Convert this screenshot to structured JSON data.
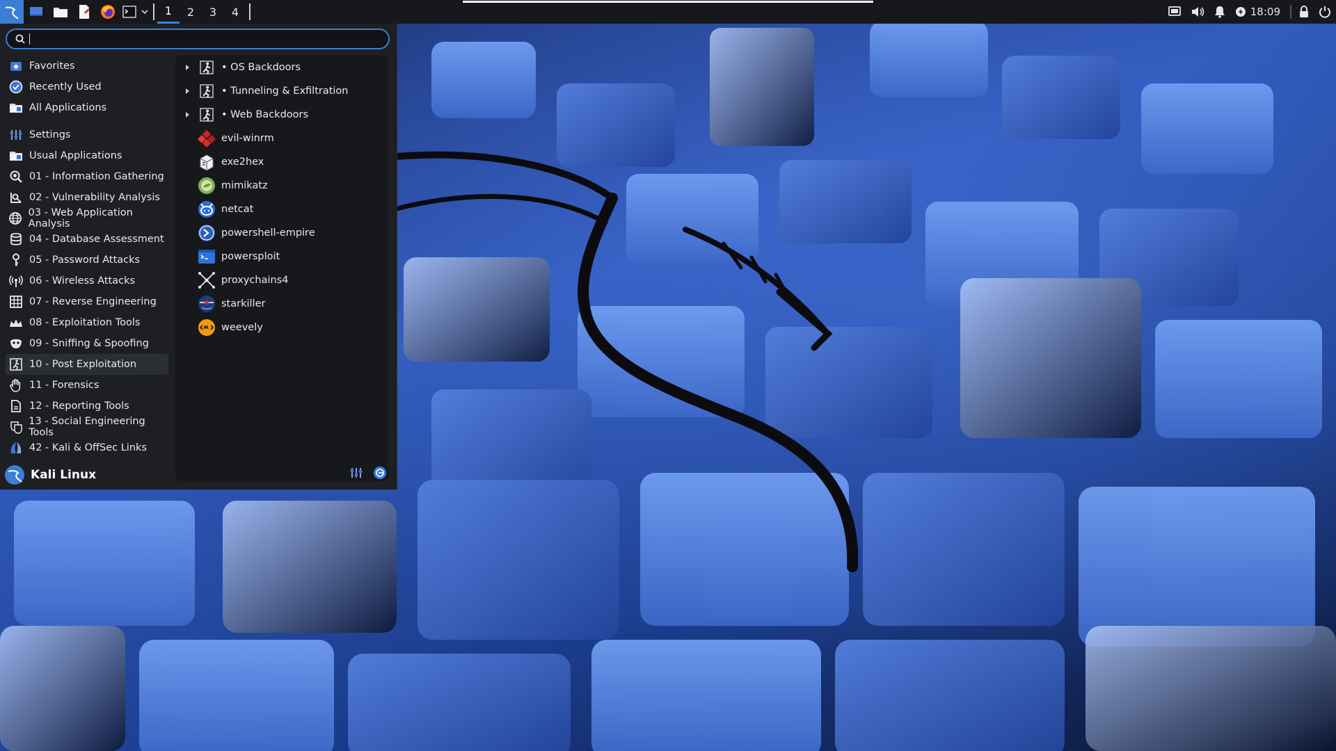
{
  "panel": {
    "workspaces": [
      "1",
      "2",
      "3",
      "4"
    ],
    "active_workspace": "1",
    "clock": "18:09"
  },
  "search": {
    "value": "",
    "placeholder": ""
  },
  "categories": [
    {
      "label": "Favorites",
      "icon": "star-icon"
    },
    {
      "label": "Recently Used",
      "icon": "clock-icon"
    },
    {
      "label": "All Applications",
      "icon": "folder-icon"
    },
    {
      "label": "Settings",
      "icon": "settings-icon"
    },
    {
      "label": "Usual Applications",
      "icon": "folder-icon"
    },
    {
      "label": "01 - Information Gathering",
      "icon": "magnifier-icon"
    },
    {
      "label": "02 - Vulnerability Analysis",
      "icon": "vulnerability-icon"
    },
    {
      "label": "03 - Web Application Analysis",
      "icon": "globe-icon"
    },
    {
      "label": "04 - Database Assessment",
      "icon": "database-icon"
    },
    {
      "label": "05 - Password Attacks",
      "icon": "key-icon"
    },
    {
      "label": "06 - Wireless Attacks",
      "icon": "wireless-icon"
    },
    {
      "label": "07 - Reverse Engineering",
      "icon": "grid-icon"
    },
    {
      "label": "08 - Exploitation Tools",
      "icon": "crown-icon"
    },
    {
      "label": "09 - Sniffing & Spoofing",
      "icon": "mask-icon"
    },
    {
      "label": "10 - Post Exploitation",
      "icon": "exit-icon"
    },
    {
      "label": "11 - Forensics",
      "icon": "hand-icon"
    },
    {
      "label": "12 - Reporting Tools",
      "icon": "document-icon"
    },
    {
      "label": "13 - Social Engineering Tools",
      "icon": "social-icon"
    },
    {
      "label": "42 - Kali & OffSec Links",
      "icon": "kali-links-icon"
    }
  ],
  "selected_category": "10 - Post Exploitation",
  "apps": [
    {
      "label": "• OS Backdoors",
      "submenu": true,
      "icon": "exit-icon"
    },
    {
      "label": "• Tunneling & Exfiltration",
      "submenu": true,
      "icon": "exit-icon"
    },
    {
      "label": "• Web Backdoors",
      "submenu": true,
      "icon": "exit-icon"
    },
    {
      "label": "evil-winrm",
      "submenu": false,
      "icon": "evil-winrm-icon"
    },
    {
      "label": "exe2hex",
      "submenu": false,
      "icon": "exe2hex-icon"
    },
    {
      "label": "mimikatz",
      "submenu": false,
      "icon": "mimikatz-icon"
    },
    {
      "label": "netcat",
      "submenu": false,
      "icon": "netcat-icon"
    },
    {
      "label": "powershell-empire",
      "submenu": false,
      "icon": "powershell-empire-icon"
    },
    {
      "label": "powersploit",
      "submenu": false,
      "icon": "powersploit-icon"
    },
    {
      "label": "proxychains4",
      "submenu": false,
      "icon": "proxychains-icon"
    },
    {
      "label": "starkiller",
      "submenu": false,
      "icon": "starkiller-icon"
    },
    {
      "label": "weevely",
      "submenu": false,
      "icon": "weevely-icon"
    }
  ],
  "footer": {
    "username": "Kali Linux"
  },
  "colors": {
    "accent": "#3a7fd5",
    "panel_bg": "#16181c",
    "menu_bg": "#1d1f23"
  }
}
